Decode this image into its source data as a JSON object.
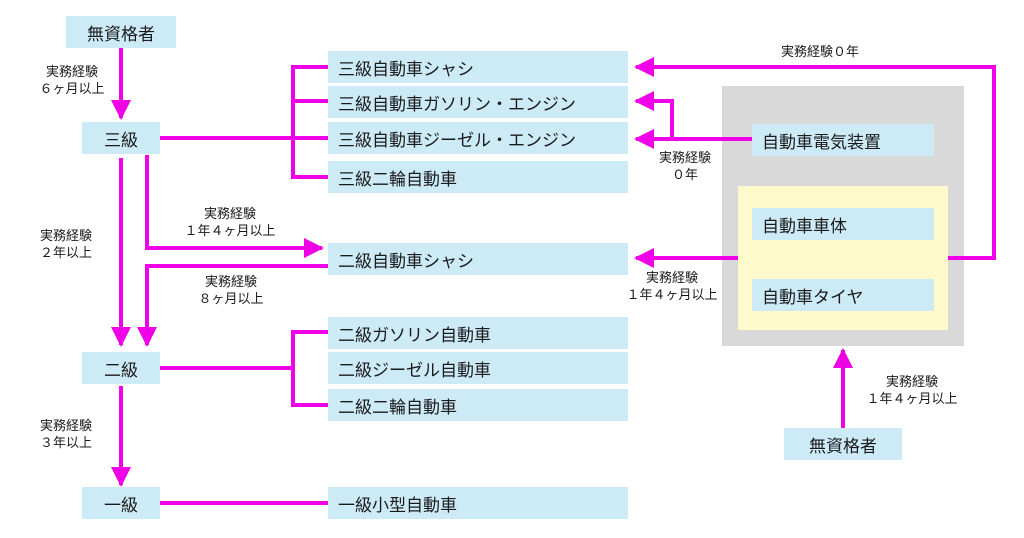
{
  "colors": {
    "line": "#f000e6",
    "box": "#cdebf7",
    "grey_panel": "#d9d9d9",
    "yellow_panel": "#fff9cc"
  },
  "levels": {
    "unqualified_top": "無資格者",
    "third": "三級",
    "second": "二級",
    "first": "一級",
    "unqualified_right": "無資格者"
  },
  "third_grade": [
    "三級自動車シャシ",
    "三級自動車ガソリン・エンジン",
    "三級自動車ジーゼル・エンジン",
    "三級二輪自動車"
  ],
  "second_grade": [
    "二級自動車シャシ",
    "二級ガソリン自動車",
    "二級ジーゼル自動車",
    "二級二輪自動車"
  ],
  "first_grade": [
    "一級小型自動車"
  ],
  "special": {
    "electrical": "自動車電気装置",
    "body": "自動車車体",
    "tire": "自動車タイヤ"
  },
  "experience": {
    "top_to_third": [
      "実務経験",
      "６ヶ月以上"
    ],
    "third_to_second": [
      "実務経験",
      "２年以上"
    ],
    "third_to_second_chassis": [
      "実務経験",
      "１年４ヶ月以上"
    ],
    "second_chassis_from_third": [
      "実務経験",
      "８ヶ月以上"
    ],
    "second_to_first": [
      "実務経験",
      "３年以上"
    ],
    "electrical_to_engine": [
      "実務経験",
      "０年"
    ],
    "special_to_chassis_top": "実務経験０年",
    "special_to_second_chassis": [
      "実務経験",
      "１年４ヶ月以上"
    ],
    "unqualified_to_special": [
      "実務経験",
      "１年４ヶ月以上"
    ]
  }
}
